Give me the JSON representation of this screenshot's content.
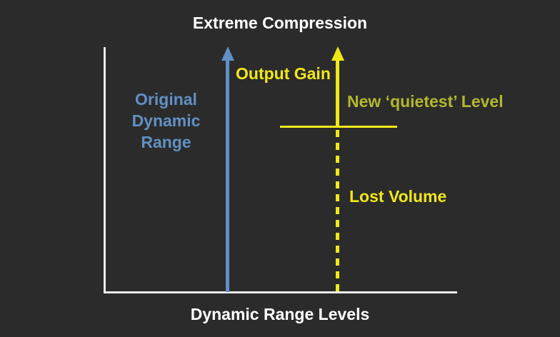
{
  "diagram": {
    "title": "Extreme Compression",
    "x_axis_label": "Dynamic Range Levels",
    "original_dynamic_range_lines": [
      "Original",
      "Dynamic",
      "Range"
    ],
    "output_gain_label": "Output Gain",
    "new_quietest_level_label": "New ‘quietest’ Level",
    "lost_volume_label": "Lost Volume"
  },
  "colors": {
    "background": "#2b2b2b",
    "axis": "#ececec",
    "title_text": "#ffffff",
    "blue": "#6190c4",
    "yellow": "#f1e81a",
    "olive": "#b2b82e"
  }
}
